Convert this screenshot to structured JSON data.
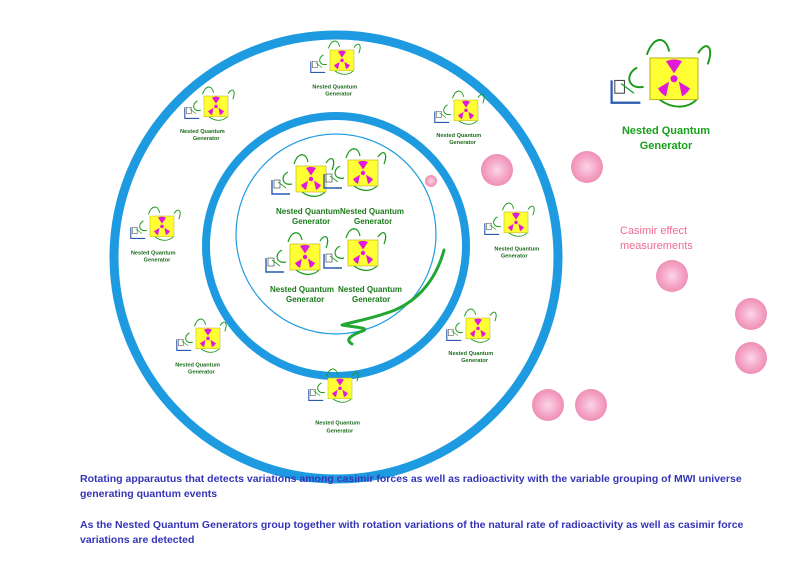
{
  "big_generator_label_line1": "Nested Quantum",
  "big_generator_label_line2": "Generator",
  "casimir_label_line1": "Casimir effect",
  "casimir_label_line2": "measurements",
  "inner_generators": [
    {
      "line1": "Nested Quantum",
      "line2": "Generator"
    },
    {
      "line1": "Nested Quantum",
      "line2": "Generator"
    },
    {
      "line1": "Nested Quantum",
      "line2": "Generator"
    },
    {
      "line1": "Nested Quantum",
      "line2": "Generator"
    }
  ],
  "outer_generators": [
    {
      "line1": "Nested Quantum",
      "line2": "Generator"
    },
    {
      "line1": "Nested Quantum",
      "line2": "Generator"
    },
    {
      "line1": "Nested Quantum",
      "line2": "Generator"
    },
    {
      "line1": "Nested Quantum",
      "line2": "Generator"
    },
    {
      "line1": "Nested Quantum",
      "line2": "Generator"
    },
    {
      "line1": "Nested Quantum",
      "line2": "Generator"
    },
    {
      "line1": "Nested Quantum",
      "line2": "Generator"
    },
    {
      "line1": "Nested Quantum",
      "line2": "Generator"
    }
  ],
  "caption1": "Rotating apparautus that detects variations among casimir forces as well as radioactivity with the variable grouping of MWI universe generating quantum events",
  "caption2": "As the Nested Quantum Generators group together with rotation variations of the natural rate of radioactivity as well as casimir force variations are detected",
  "colors": {
    "ring": "#1e9be0",
    "generator_box": "#ffff33",
    "radiation_symbol": "#e01ad8",
    "wire": "#1a9a1a",
    "casimir_blob": "#f5a8c8",
    "caption": "#3535b8",
    "green_arrow": "#22a832"
  }
}
